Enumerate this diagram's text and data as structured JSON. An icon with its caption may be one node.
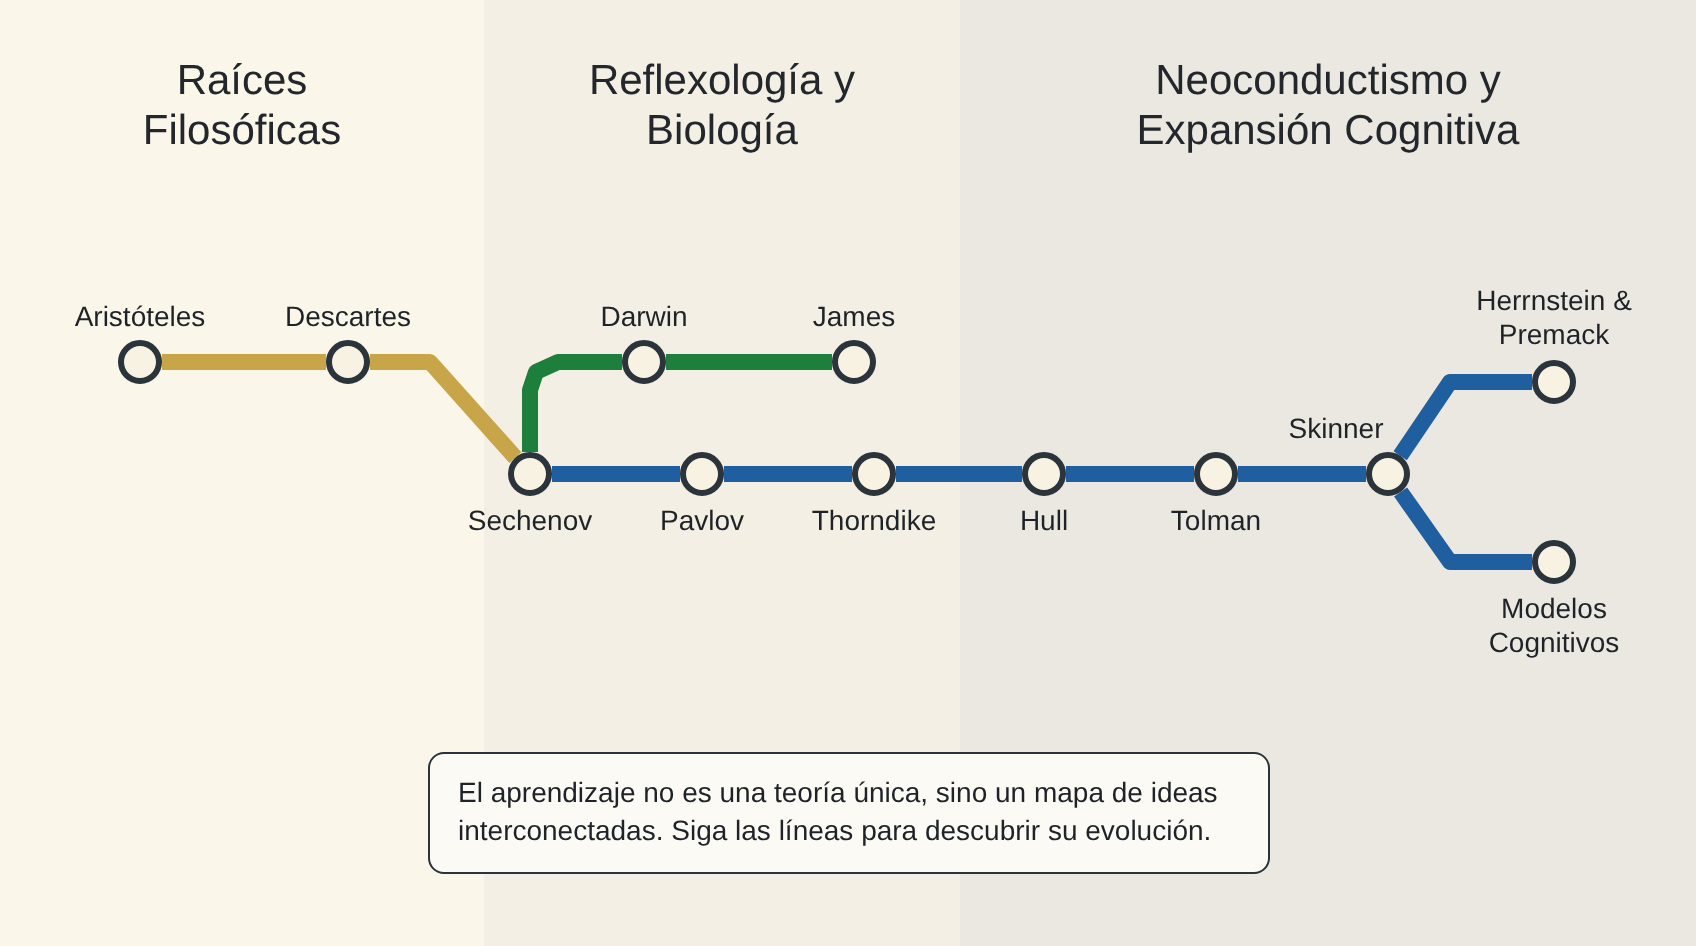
{
  "diagram": {
    "nodes": [
      {
        "text": [
          "Raíces Filosóficas"
        ]
      },
      {
        "text": [],
        "shape": "circle",
        "beside": [
          "Aristóteles"
        ],
        "in": 0
      },
      {
        "text": [],
        "shape": "circle",
        "beside": [
          "Descartes"
        ],
        "in": 0
      },
      {
        "text": [
          "Reflexología y Biología"
        ]
      },
      {
        "text": [],
        "shape": "circle",
        "beside": [
          "Darwin"
        ],
        "in": 3
      },
      {
        "text": [],
        "shape": "circle",
        "beside": [
          "James"
        ],
        "in": 3
      },
      {
        "text": [],
        "shape": "circle",
        "beside": [
          "Sechenov"
        ],
        "in": 3
      },
      {
        "text": [],
        "shape": "circle",
        "beside": [
          "Pavlov"
        ],
        "in": 3
      },
      {
        "text": [],
        "shape": "circle",
        "beside": [
          "Thorndike"
        ],
        "in": 3
      },
      {
        "text": [
          "Neoconductismo y Expansión Cognitiva"
        ]
      },
      {
        "text": [],
        "shape": "circle",
        "beside": [
          "Hull"
        ],
        "in": 9
      },
      {
        "text": [],
        "shape": "circle",
        "beside": [
          "Tolman"
        ],
        "in": 9
      },
      {
        "text": [],
        "shape": "circle",
        "beside": [
          "Skinner"
        ],
        "in": 9
      },
      {
        "text": [],
        "shape": "circle",
        "beside": [
          "Herrnstein & Premack"
        ],
        "in": 9
      },
      {
        "text": [],
        "shape": "circle",
        "beside": [
          "Modelos Cognitivos"
        ],
        "in": 9
      },
      {
        "text": [
          "El aprendizaje no es una teoría única, sino un mapa de ideas interconectadas. Siga las líneas para descubrir su evolución."
        ]
      }
    ],
    "edges": [
      {
        "from": 1,
        "to": 2,
        "arrow": "none",
        "color": "#c9a54a"
      },
      {
        "from": 2,
        "to": 6,
        "arrow": "none",
        "color": "#c9a54a"
      },
      {
        "from": 6,
        "to": 4,
        "arrow": "none",
        "color": "#1e7f3c"
      },
      {
        "from": 4,
        "to": 5,
        "arrow": "none",
        "color": "#1e7f3c"
      },
      {
        "from": 6,
        "to": 7,
        "arrow": "none"
      },
      {
        "from": 7,
        "to": 8,
        "arrow": "none"
      },
      {
        "from": 8,
        "to": 10,
        "arrow": "none"
      },
      {
        "from": 10,
        "to": 11,
        "arrow": "none"
      },
      {
        "from": 11,
        "to": 12,
        "arrow": "none"
      },
      {
        "from": 12,
        "to": 13,
        "arrow": "none"
      },
      {
        "from": 12,
        "to": 14,
        "arrow": "none"
      }
    ]
  }
}
